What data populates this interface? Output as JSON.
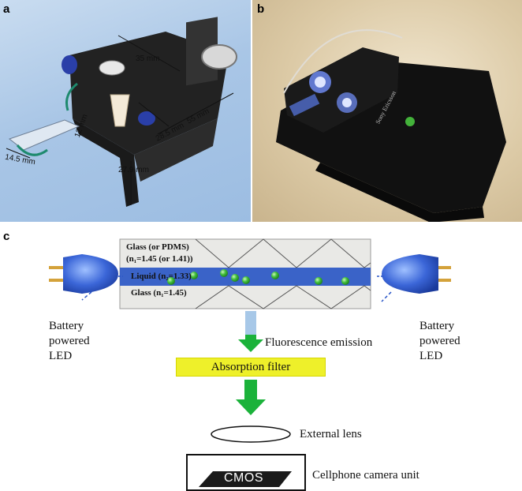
{
  "panels": {
    "a": {
      "letter": "a",
      "dimensions": [
        "35 mm",
        "12 mm",
        "28.5 mm",
        "55 mm",
        "14.5 mm",
        "27.9 mm"
      ]
    },
    "b": {
      "letter": "b",
      "device_text": "Sony Ericsson"
    },
    "c": {
      "letter": "c",
      "chip": {
        "top_label": "Glass (or PDMS)",
        "top_index": "(n₁=1.45 (or 1.41))",
        "liquid_label": "Liquid (n₂=1.33)",
        "bottom_label": "Glass (n₁=1.45)"
      },
      "led_left": [
        "Battery",
        "powered",
        "LED"
      ],
      "led_right": [
        "Battery",
        "powered",
        "LED"
      ],
      "fluorescence_label": "Fluorescence emission",
      "filter_label": "Absorption filter",
      "lens_label": "External lens",
      "sensor_label": "CMOS",
      "camera_label": "Cellphone camera unit"
    }
  },
  "colors": {
    "led_blue": "#2a56c8",
    "liquid_channel": "#3a63c8",
    "bead_green": "#3fbf3a",
    "arrow_green": "#1bb23a",
    "filter_yellow": "#eef02a",
    "emission_blue": "#a7c8e8"
  }
}
